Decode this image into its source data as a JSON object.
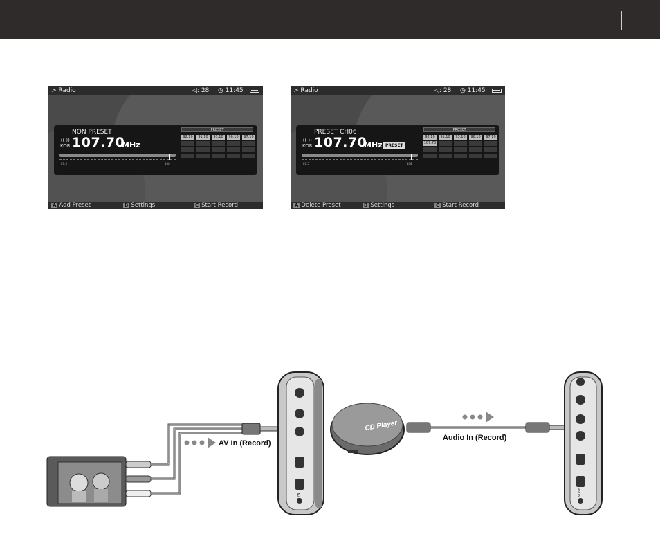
{
  "screens": [
    {
      "title": "> Radio",
      "volume": "◁: 28",
      "time": "◷ 11:45",
      "name": "NON PRESET",
      "region": "KOR",
      "frequency": "107.70",
      "unit": "MHz",
      "badge": "",
      "preset_label": "PRESET",
      "range_min": "87.5",
      "range_max": "108",
      "slider_level": 0.94,
      "presets": [
        "92.10",
        "91.10",
        "93.10",
        "96.10",
        "97.10",
        "",
        "",
        "",
        "",
        "",
        "",
        "",
        "",
        "",
        "",
        "",
        "",
        "",
        "",
        ""
      ],
      "softkeys": [
        {
          "key": "A",
          "label": "Add Preset"
        },
        {
          "key": "B",
          "label": "Settings"
        },
        {
          "key": "C",
          "label": "Start Record"
        }
      ]
    },
    {
      "title": "> Radio",
      "volume": "◁: 28",
      "time": "◷ 11:45",
      "name": "PRESET CH06",
      "region": "KOR",
      "frequency": "107.70",
      "unit": "MHz",
      "badge": "PRESET",
      "preset_label": "PRESET",
      "range_min": "87.5",
      "range_max": "108",
      "slider_level": 0.94,
      "presets": [
        "92.10",
        "91.10",
        "93.10",
        "96.10",
        "97.10",
        "107.70",
        "",
        "",
        "",
        "",
        "",
        "",
        "",
        "",
        "",
        "",
        "",
        "",
        "",
        ""
      ],
      "softkeys": [
        {
          "key": "A",
          "label": "Delete Preset"
        },
        {
          "key": "B",
          "label": "Settings"
        },
        {
          "key": "C",
          "label": "Start Record"
        }
      ]
    }
  ],
  "diagram": {
    "av_label": "AV In (Record)",
    "audio_label": "Audio In (Record)",
    "cd_label": "CD Player",
    "device_port_label": "AV IN"
  },
  "colors": {
    "header": "#2e2b2a",
    "screen_bg": "#4a4a4a"
  }
}
